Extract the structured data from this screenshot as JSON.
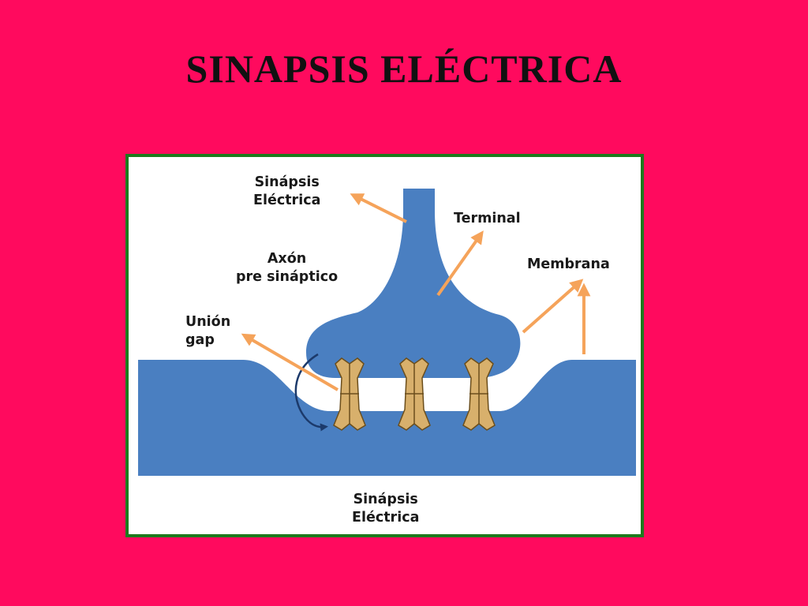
{
  "slide": {
    "title": "SINAPSIS ELÉCTRICA",
    "background_color": "#ff0a5e"
  },
  "figure": {
    "frame_color": "#1d7a1d",
    "membrane_color": "#4a7fc1",
    "channel_color": "#d8b06c",
    "arrow_color": "#f5a35a",
    "labels": {
      "sinapsis_top": [
        "Sinápsis",
        "Eléctrica"
      ],
      "terminal": "Terminal",
      "axon": [
        "Axón",
        "pre sináptico"
      ],
      "membrana": "Membrana",
      "union_gap": [
        "Unión",
        "gap"
      ],
      "caption": [
        "Sinápsis",
        "Eléctrica"
      ]
    }
  }
}
